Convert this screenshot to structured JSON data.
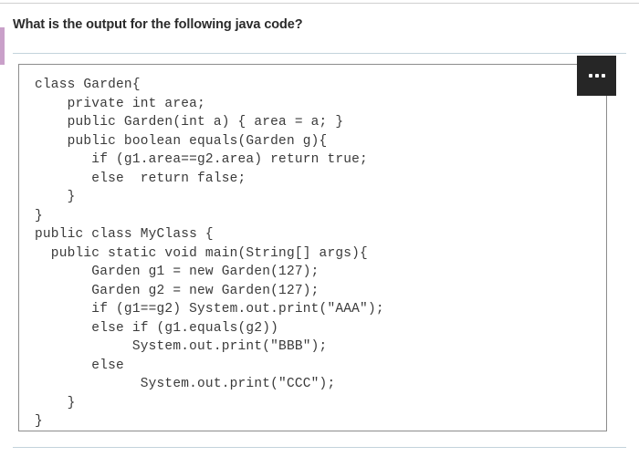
{
  "page": {
    "question": "What is the output for the following java code?"
  },
  "toolbar": {
    "more_options_label": "More options",
    "more_options_icon": "ellipsis-horizontal-icon",
    "button_color": "#262626"
  },
  "colors": {
    "accent_bar": "#c9a0c9",
    "divider": "#c3d3dc",
    "code_border": "#8c8c8c",
    "code_text": "#3a3a3a",
    "question_text": "#2b2b2b"
  },
  "code_block": {
    "language": "java",
    "lines": [
      "class Garden{",
      "    private int area;",
      "    public Garden(int a) { area = a; }",
      "    public boolean equals(Garden g){",
      "       if (g1.area==g2.area) return true;",
      "       else  return false;",
      "    }",
      "}",
      "public class MyClass {",
      "  public static void main(String[] args){",
      "       Garden g1 = new Garden(127);",
      "       Garden g2 = new Garden(127);",
      "       if (g1==g2) System.out.print(\"AAA\");",
      "       else if (g1.equals(g2))",
      "            System.out.print(\"BBB\");",
      "       else",
      "             System.out.print(\"CCC\");",
      "    }",
      "}"
    ],
    "text": "class Garden{\n    private int area;\n    public Garden(int a) { area = a; }\n    public boolean equals(Garden g){\n       if (g1.area==g2.area) return true;\n       else  return false;\n    }\n}\npublic class MyClass {\n  public static void main(String[] args){\n       Garden g1 = new Garden(127);\n       Garden g2 = new Garden(127);\n       if (g1==g2) System.out.print(\"AAA\");\n       else if (g1.equals(g2))\n            System.out.print(\"BBB\");\n       else\n             System.out.print(\"CCC\");\n    }\n}"
  }
}
